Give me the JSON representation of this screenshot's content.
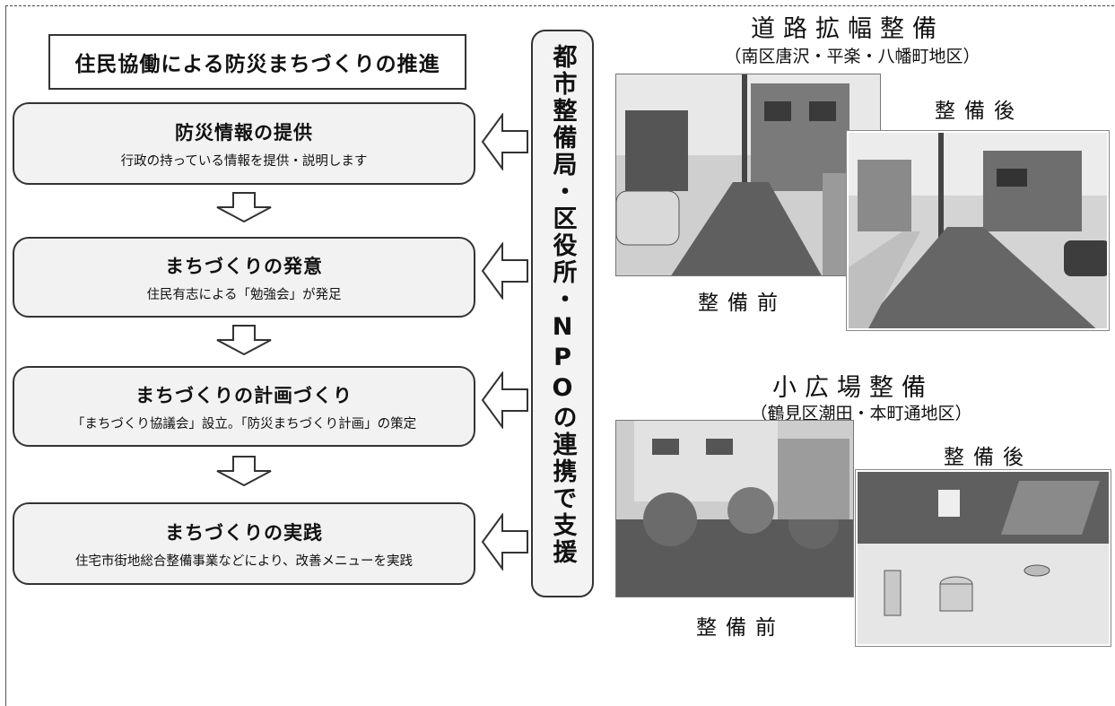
{
  "main_title": "住民協働による防災まちづくりの推進",
  "steps": [
    {
      "title": "防災情報の提供",
      "desc": "行政の持っている情報を提供・説明します"
    },
    {
      "title": "まちづくりの発意",
      "desc": "住民有志による「勉強会」が発足"
    },
    {
      "title": "まちづくりの計画づくり",
      "desc": "「まちづくり協議会」設立。「防災まちづくり計画」の策定"
    },
    {
      "title": "まちづくりの実践",
      "desc": "住宅市街地総合整備事業などにより、改善メニューを実践"
    }
  ],
  "support_text": "都市整備局・区役所・NPOの連携で支援",
  "examples": [
    {
      "title": "道路拡幅整備",
      "area": "（南区唐沢・平楽・八幡町地区）",
      "before_label": "整備前",
      "after_label": "整備後"
    },
    {
      "title": "小広場整備",
      "area": "（鶴見区潮田・本町通地区）",
      "before_label": "整備前",
      "after_label": "整備後"
    }
  ]
}
